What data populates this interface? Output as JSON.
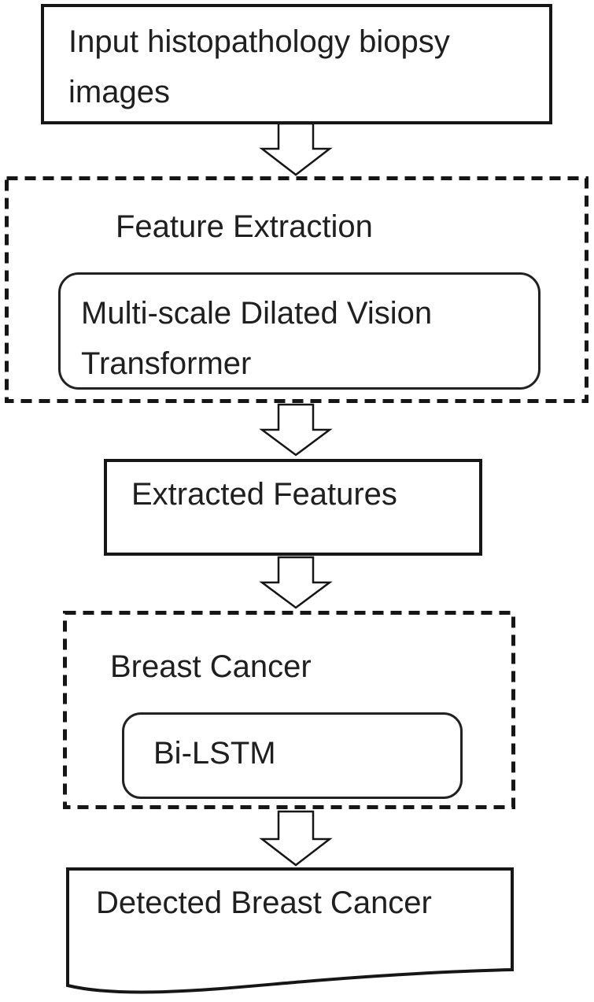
{
  "figure": {
    "type": "flowchart",
    "background_color": "#ffffff",
    "line_color": "#161616",
    "nodes": {
      "input": {
        "shape": "rectangle",
        "lines": [
          "Input histopathology biopsy",
          "images"
        ]
      },
      "feature_extraction": {
        "shape": "dashed-container",
        "label": "Feature Extraction"
      },
      "transformer": {
        "shape": "rounded-rectangle",
        "lines": [
          "Multi-scale Dilated Vision",
          "Transformer"
        ]
      },
      "extracted_features": {
        "shape": "rectangle",
        "label": "Extracted Features"
      },
      "breast_cancer": {
        "shape": "dashed-container",
        "label": "Breast Cancer"
      },
      "bilstm": {
        "shape": "rounded-rectangle",
        "label": "Bi-LSTM"
      },
      "detected": {
        "shape": "document",
        "label": "Detected Breast Cancer"
      }
    },
    "flow": [
      {
        "from": "input",
        "to": "feature_extraction",
        "connector": "block-arrow-down"
      },
      {
        "from": "feature_extraction",
        "to": "extracted_features",
        "connector": "block-arrow-down"
      },
      {
        "from": "extracted_features",
        "to": "breast_cancer",
        "connector": "block-arrow-down"
      },
      {
        "from": "breast_cancer",
        "to": "detected",
        "connector": "block-arrow-down"
      }
    ]
  }
}
